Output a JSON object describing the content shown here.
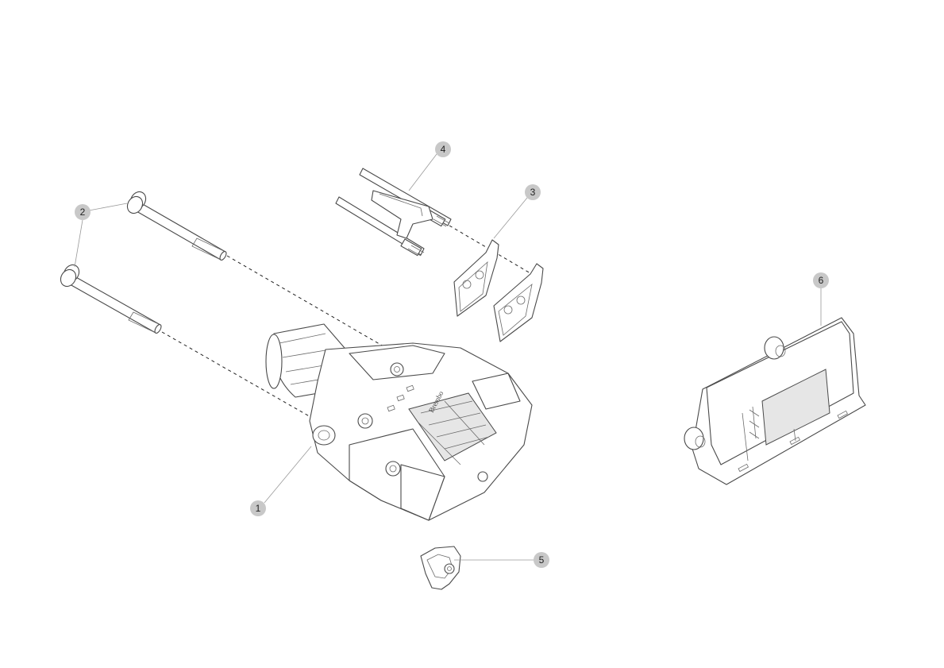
{
  "colors": {
    "callout_fill": "#c8c8c8",
    "line": "#4a4a4a",
    "leader": "#9a9a9a",
    "background": "#ffffff"
  },
  "callouts": [
    {
      "id": "1",
      "label": "1"
    },
    {
      "id": "2",
      "label": "2"
    },
    {
      "id": "3",
      "label": "3"
    },
    {
      "id": "4",
      "label": "4"
    },
    {
      "id": "5",
      "label": "5"
    },
    {
      "id": "6",
      "label": "6"
    }
  ],
  "parts": {
    "caliper_stamp": "Brembo"
  }
}
